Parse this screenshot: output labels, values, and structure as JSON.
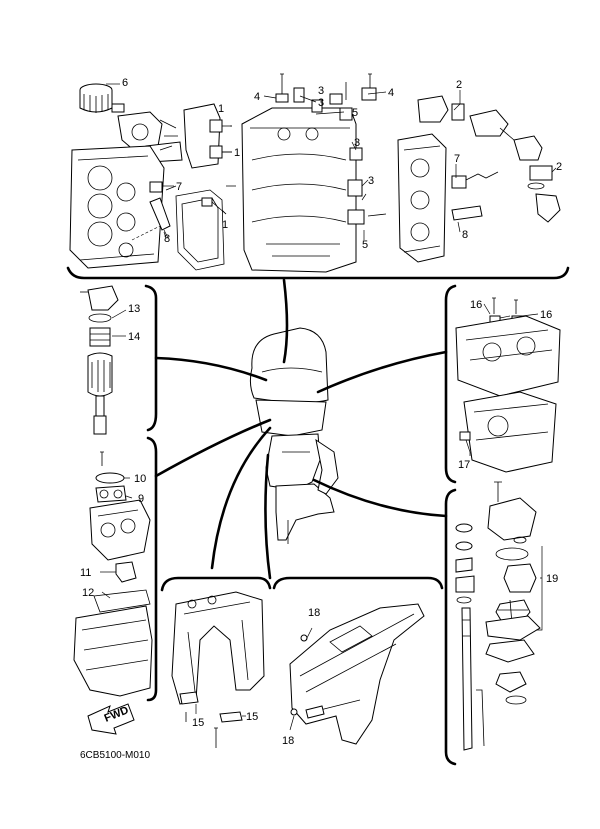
{
  "callouts": {
    "c1a": "1",
    "c1b": "1",
    "c1c": "1",
    "c2a": "2",
    "c2b": "2",
    "c3a": "3",
    "c3b": "3",
    "c3c": "3",
    "c4a": "4",
    "c4b": "4",
    "c5a": "5",
    "c5b": "5",
    "c6": "6",
    "c7a": "7",
    "c7b": "7",
    "c8a": "8",
    "c8b": "8",
    "c9": "9",
    "c10": "10",
    "c11": "11",
    "c12": "12",
    "c13": "13",
    "c14": "14",
    "c15a": "15",
    "c15b": "15",
    "c16a": "16",
    "c16b": "16",
    "c17": "17",
    "c18a": "18",
    "c18b": "18",
    "c19": "19"
  },
  "fwd_label": "FWD",
  "diagram_code": "6CB5100-M010"
}
